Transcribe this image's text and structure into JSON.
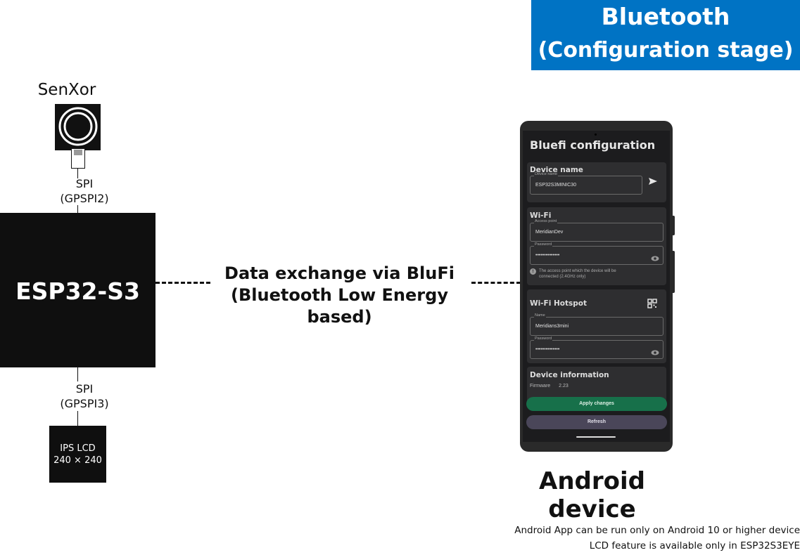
{
  "banner": {
    "line1": "Bluetooth",
    "line2": "(Configuration stage)",
    "bg_color": "#0073c4"
  },
  "senxor": {
    "label": "SenXor"
  },
  "spi_top": {
    "line1": "SPI",
    "line2": "(GPSPI2)"
  },
  "esp": {
    "label": "ESP32-S3"
  },
  "spi_bottom": {
    "line1": "SPI",
    "line2": "(GPSPI3)"
  },
  "lcd": {
    "line1": "IPS LCD",
    "line2": "240 × 240"
  },
  "link": {
    "line1": "Data exchange via BluFi",
    "line2": "(Bluetooth Low Energy based)"
  },
  "app": {
    "title": "Bluefi configuration",
    "device_name_card": {
      "title": "Device name",
      "field_label": "Device name",
      "field_value": "ESP32S3MINIC30",
      "send_icon": "send-icon"
    },
    "wifi_card": {
      "title": "Wi-Fi",
      "ap_label": "Access point",
      "ap_value": "MeridianDev",
      "password_label": "Password",
      "password_value": "••••••••••••••",
      "hint_line1": "The access point which the device will be",
      "hint_line2": "connected (2.4GHz only)",
      "hint_icon": "info-icon",
      "info_glyph": "!"
    },
    "hotspot_card": {
      "title": "Wi-Fi Hotspot",
      "qr_icon": "qr-code-icon",
      "name_label": "Name",
      "name_value": "Meridians3mini",
      "password_label": "Password",
      "password_value": "••••••••••••••"
    },
    "device_info_card": {
      "title": "Device information",
      "firmware_label": "Firmware",
      "firmware_value": "2.23"
    },
    "apply_button": "Apply changes",
    "refresh_button": "Refresh",
    "colors": {
      "screen_bg": "#1c1c1e",
      "card_bg": "#2e2e30",
      "apply_bg": "#17704a",
      "refresh_bg": "#4a4659"
    }
  },
  "android_label": "Android device",
  "notes": {
    "line1": "Android App can be run only on Android 10 or higher device",
    "line2": "LCD feature is available only in ESP32S3EYE"
  }
}
